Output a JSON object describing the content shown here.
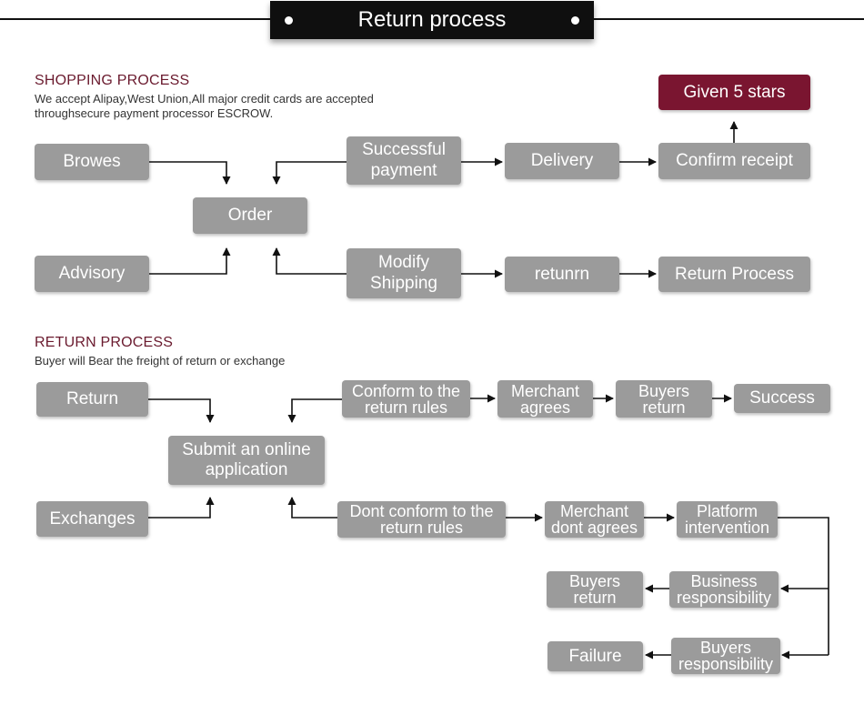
{
  "header": {
    "title": "Return process"
  },
  "shopping": {
    "title": "SHOPPING PROCESS",
    "subtitle_line1": "We accept Alipay,West Union,All major credit cards are accepted",
    "subtitle_line2": "throughsecure payment processor ESCROW.",
    "nodes": {
      "browes": "Browes",
      "advisory": "Advisory",
      "order": "Order",
      "successful_payment_1": "Successful",
      "successful_payment_2": "payment",
      "delivery": "Delivery",
      "confirm_receipt": "Confirm receipt",
      "given_5_stars": "Given 5 stars",
      "modify_shipping_1": "Modify",
      "modify_shipping_2": "Shipping",
      "returnn": "retunrn",
      "return_process": "Return Process"
    }
  },
  "returns": {
    "title": "RETURN PROCESS",
    "subtitle": "Buyer will Bear the freight of return or exchange",
    "nodes": {
      "return": "Return",
      "exchanges": "Exchanges",
      "submit_1": "Submit an online",
      "submit_2": "application",
      "conform_1": "Conform to the",
      "conform_2": "return rules",
      "merchant_agrees_1": "Merchant",
      "merchant_agrees_2": "agrees",
      "buyers_return_1": "Buyers",
      "buyers_return_2": "return",
      "success": "Success",
      "dont_conform_1": "Dont conform to the",
      "dont_conform_2": "return rules",
      "merchant_dont_1": "Merchant",
      "merchant_dont_2": "dont agrees",
      "platform_1": "Platform",
      "platform_2": "intervention",
      "buyers_return_b_1": "Buyers",
      "buyers_return_b_2": "return",
      "business_1": "Business",
      "business_2": "responsibility",
      "failure": "Failure",
      "buyers_resp_1": "Buyers",
      "buyers_resp_2": "responsibility"
    }
  },
  "colors": {
    "box_gray": "#9b9b9b",
    "box_highlight": "#7a1530",
    "section_title": "#6a1a2e",
    "banner": "#0f0f0f"
  }
}
